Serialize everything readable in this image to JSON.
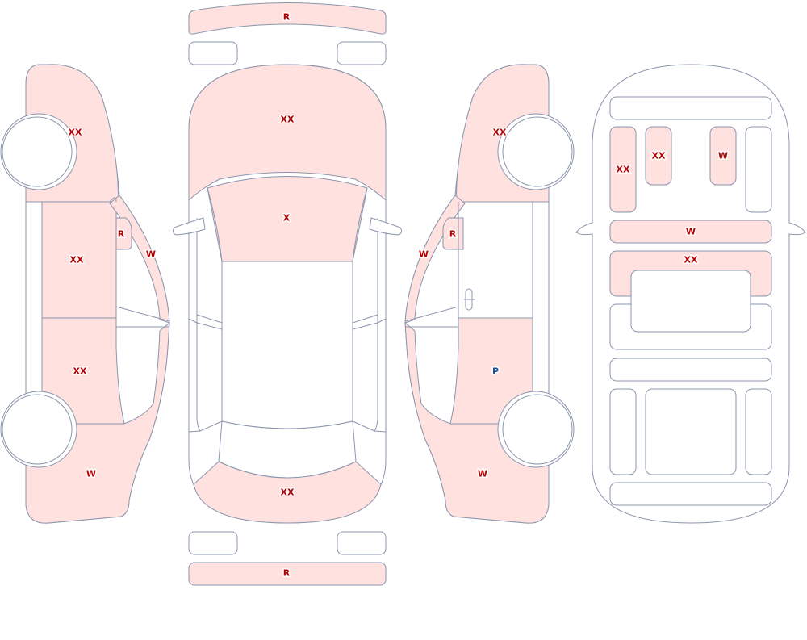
{
  "colors": {
    "damaged_fill": "#ffe1e0",
    "outline": "#8a95ad",
    "code_red": "#b30000",
    "code_blue": "#1a4fa8"
  },
  "panels": {
    "front_bumper": "R",
    "hood": "XX",
    "windshield": "X",
    "rear_bumper_top": "XX",
    "rear_bumper": "R",
    "left_front_fender": "XX",
    "left_pillar": "R",
    "left_roof_rail": "W",
    "left_front_door": "XX",
    "left_rear_door": "XX",
    "left_rear_quarter": "W",
    "right_front_fender": "XX",
    "right_pillar": "R",
    "right_roof_rail": "W",
    "right_rear_door": "P",
    "right_rear_quarter": "W",
    "underbody_left_rail": "XX",
    "underbody_center_member": "XX",
    "underbody_right_member": "W",
    "underbody_crossmember": "W",
    "underbody_floor": "XX"
  }
}
